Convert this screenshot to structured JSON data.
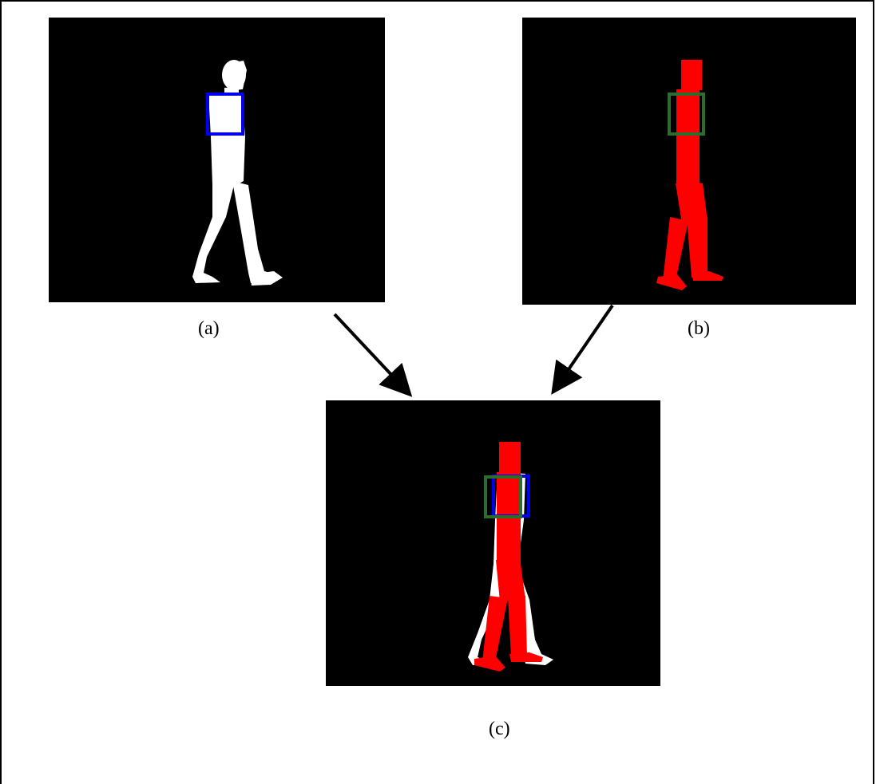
{
  "captions": {
    "a": "(a)",
    "b": "(b)",
    "c": "(c)"
  },
  "colors": {
    "background": "#000000",
    "silhouette": "#ffffff",
    "model": "#ff0000",
    "box_a": "#0000ee",
    "box_b": "#2e6b2e"
  }
}
